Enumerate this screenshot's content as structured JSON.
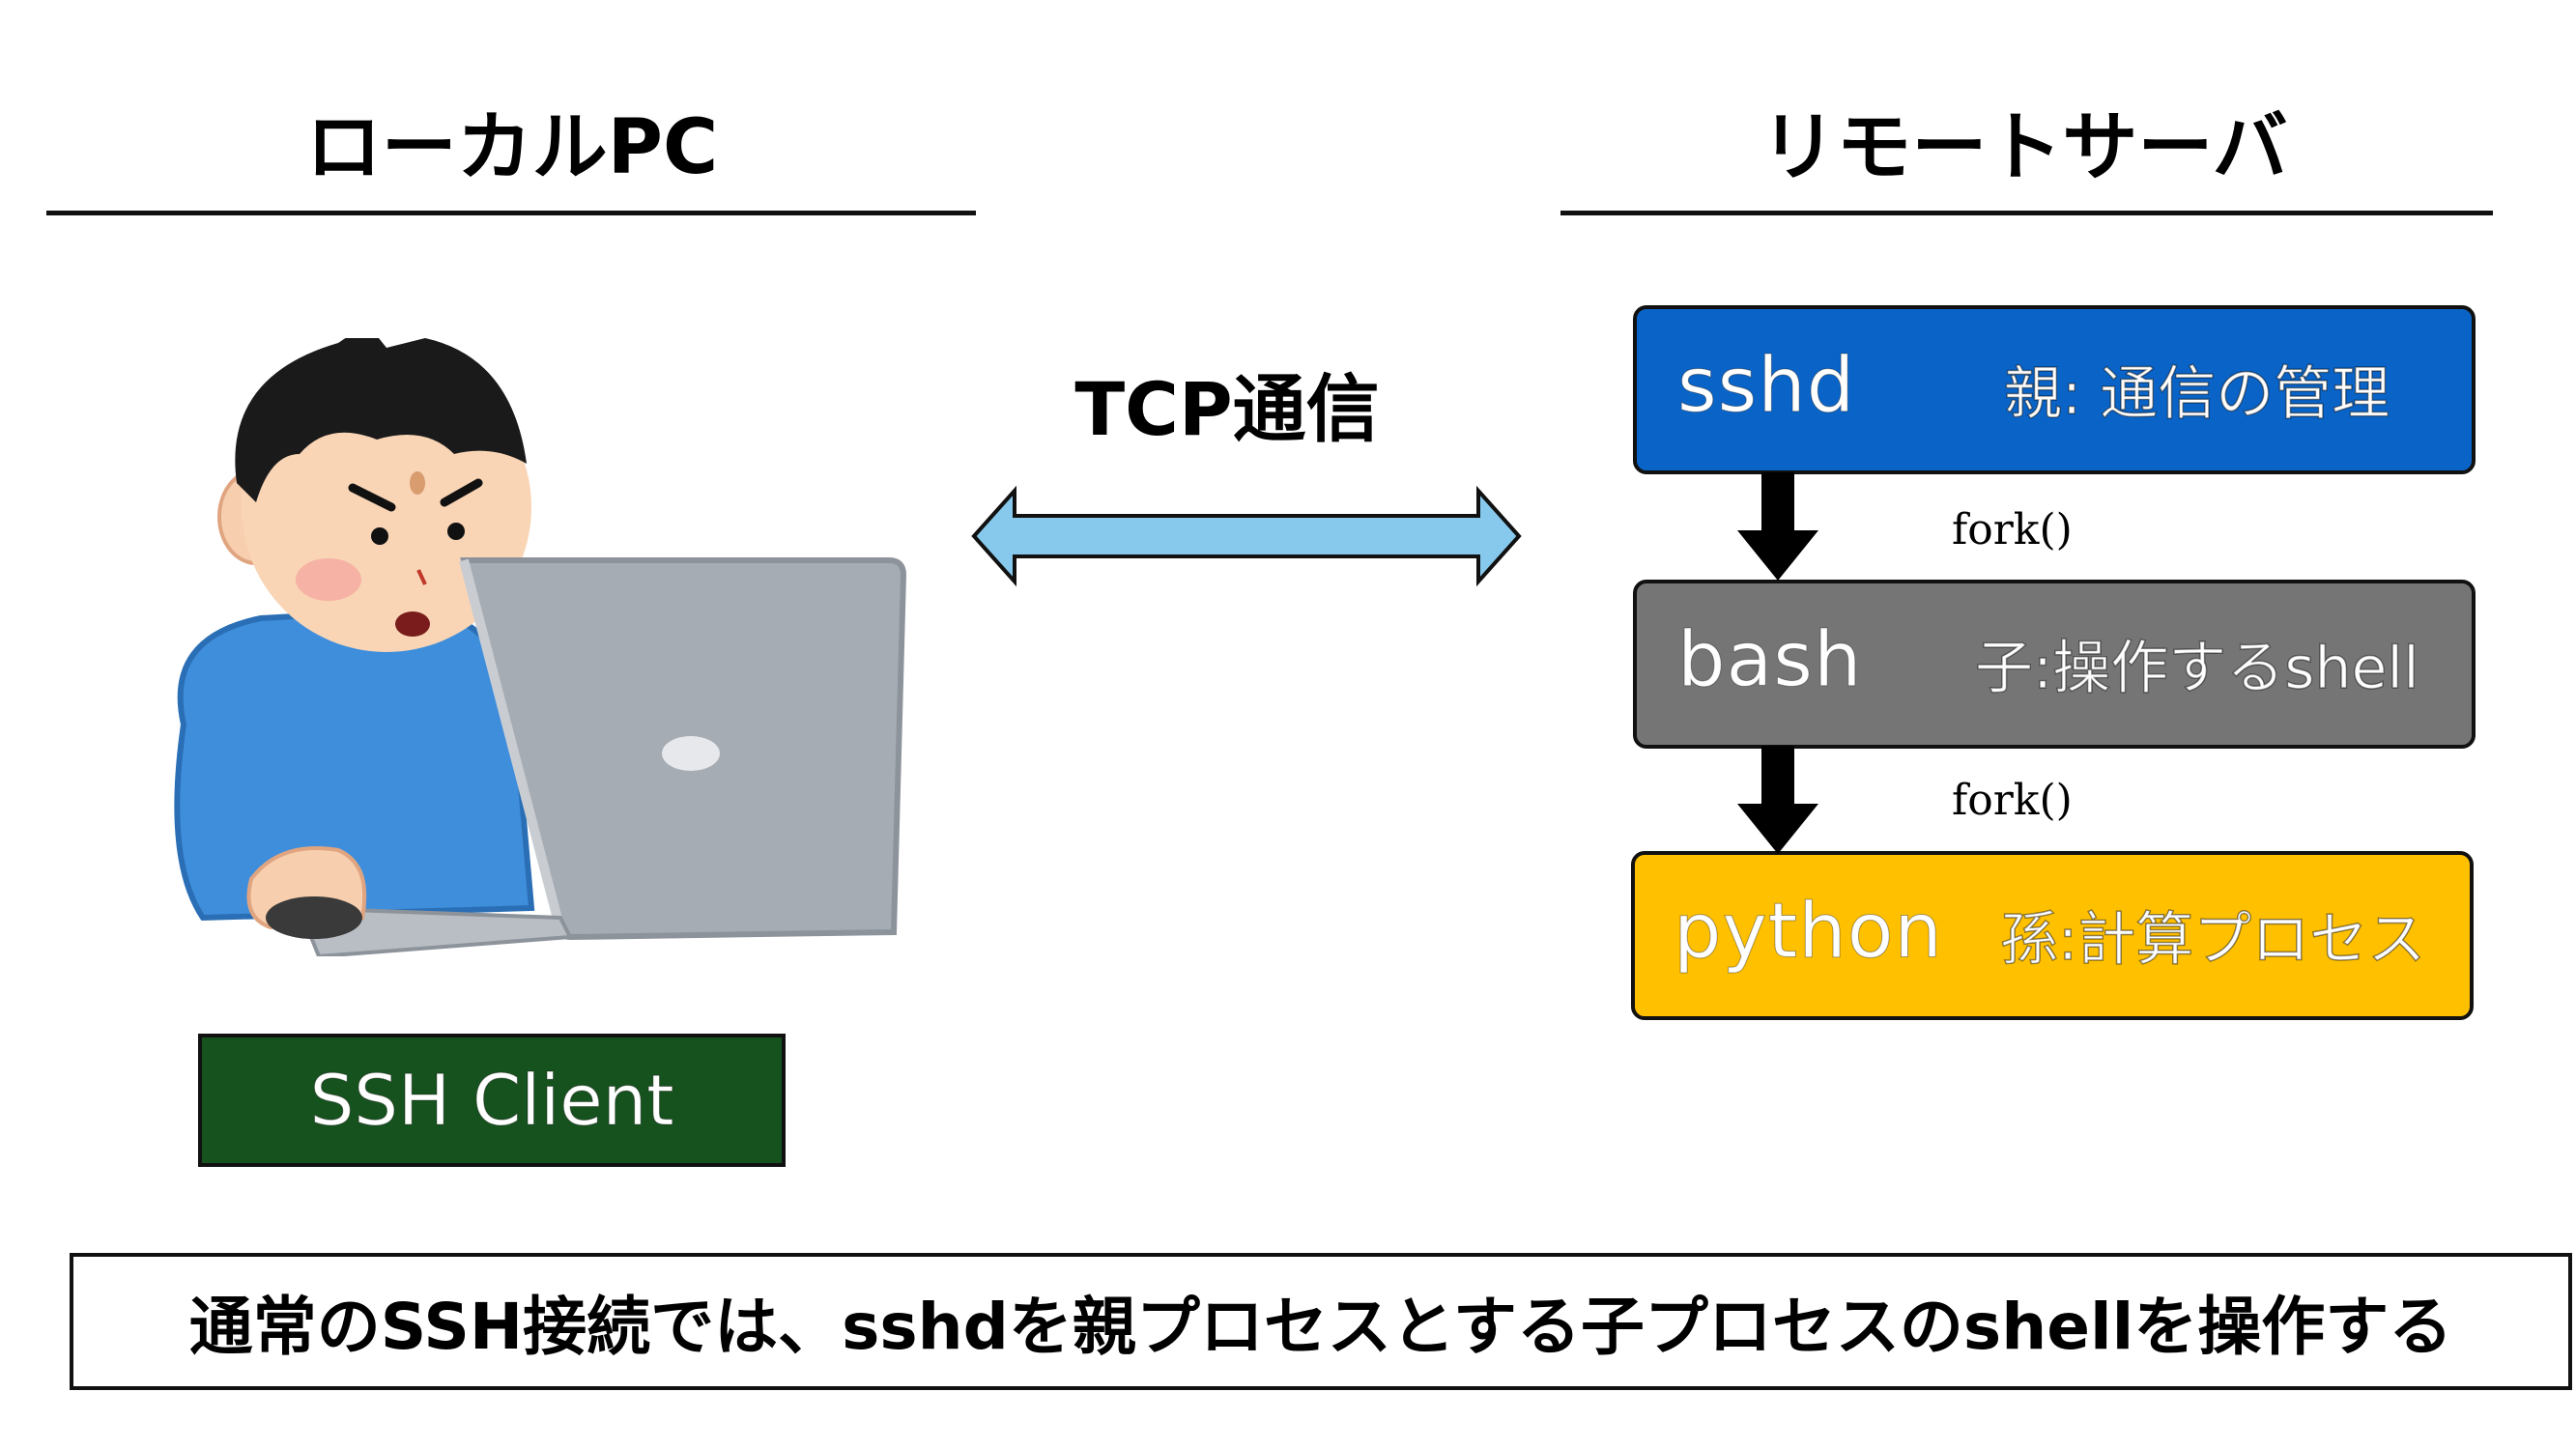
{
  "local": {
    "title": "ローカルPC",
    "client_label": "SSH Client"
  },
  "remote": {
    "title": "リモートサーバ"
  },
  "connection": {
    "label": "TCP通信"
  },
  "processes": [
    {
      "name": "sshd",
      "role": "親: 通信の管理",
      "color": "#0a64c8"
    },
    {
      "name": "bash",
      "role": "子:操作するshell",
      "color": "#757575"
    },
    {
      "name": "python",
      "role": "孫:計算プロセス",
      "color": "#ffc000"
    }
  ],
  "fork_labels": [
    "fork()",
    "fork()"
  ],
  "caption": "通常のSSH接続では、sshdを親プロセスとする子プロセスのshellを操作する",
  "colors": {
    "arrow_fill": "#87c9ec",
    "client_bg": "#16521e"
  }
}
